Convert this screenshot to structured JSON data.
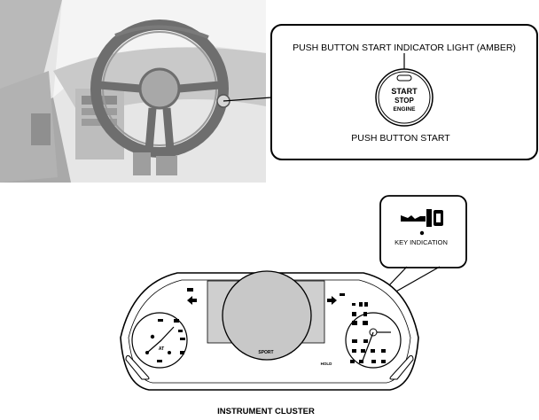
{
  "callout_start": {
    "indicator_label": "PUSH BUTTON START INDICATOR LIGHT (AMBER)",
    "button_lines": [
      "START",
      "STOP",
      "ENGINE"
    ],
    "caption": "PUSH BUTTON START"
  },
  "callout_key": {
    "caption": "KEY INDICATION"
  },
  "cluster": {
    "caption": "INSTRUMENT CLUSTER",
    "gear_label": "AT",
    "mode_label": "SPORT",
    "hold_label": "HOLD"
  },
  "colors": {
    "line": "#000000",
    "photo_bg": "#e6e6e6",
    "screen": "#cfcfcf"
  }
}
